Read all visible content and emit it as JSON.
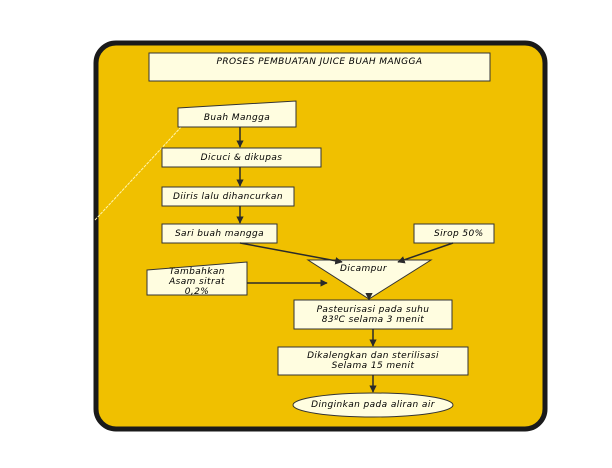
{
  "colors": {
    "panel": "#f0c000",
    "panel_border": "#1a1a1a",
    "box": "#fffde0",
    "line": "#2a2a2a"
  },
  "title": "PROSES PEMBUATAN JUICE BUAH MANGGA",
  "steps": {
    "buah_mangga": "Buah Mangga",
    "dicuci": "Dicuci & dikupas",
    "diiris": "Diiris lalu dihancurkan",
    "sari": "Sari buah mangga",
    "sirop": "Sirop 50%",
    "tambahkan": "Tambahkan\nAsam sitrat\n0,2%",
    "dicampur": "Dicampur",
    "pasteurisasi": "Pasteurisasi pada suhu\n83ºC selama 3 menit",
    "dikalengkan": "Dikalengkan dan sterilisasi\nSelama 15 menit",
    "dinginkan": "Dinginkan pada aliran air"
  }
}
